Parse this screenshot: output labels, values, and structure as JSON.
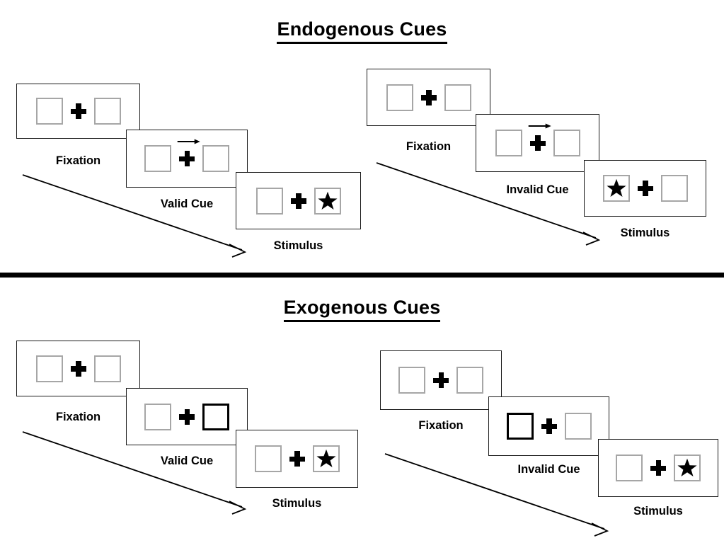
{
  "figure": {
    "type": "diagram",
    "description": "Posner-style spatial cueing paradigm: two trial sequences for endogenous cues and two for exogenous cues"
  },
  "sections": [
    {
      "id": "endogenous",
      "title": "Endogenous Cues",
      "sequences": [
        {
          "id": "endogenous-valid",
          "condition": "valid",
          "frames": [
            {
              "label": "Fixation",
              "left_box": "empty",
              "right_box": "empty",
              "cue": "none",
              "stimulus_side": "none"
            },
            {
              "label": "Valid Cue",
              "left_box": "empty",
              "right_box": "empty",
              "cue": "arrow-right",
              "stimulus_side": "none"
            },
            {
              "label": "Stimulus",
              "left_box": "empty",
              "right_box": "star",
              "cue": "none",
              "stimulus_side": "right"
            }
          ]
        },
        {
          "id": "endogenous-invalid",
          "condition": "invalid",
          "frames": [
            {
              "label": "Fixation",
              "left_box": "empty",
              "right_box": "empty",
              "cue": "none",
              "stimulus_side": "none"
            },
            {
              "label": "Invalid Cue",
              "left_box": "empty",
              "right_box": "empty",
              "cue": "arrow-right",
              "stimulus_side": "none"
            },
            {
              "label": "Stimulus",
              "left_box": "star",
              "right_box": "empty",
              "cue": "none",
              "stimulus_side": "left"
            }
          ]
        }
      ]
    },
    {
      "id": "exogenous",
      "title": "Exogenous Cues",
      "sequences": [
        {
          "id": "exogenous-valid",
          "condition": "valid",
          "frames": [
            {
              "label": "Fixation",
              "left_box": "empty",
              "right_box": "empty",
              "cue": "none",
              "stimulus_side": "none"
            },
            {
              "label": "Valid Cue",
              "left_box": "empty",
              "right_box": "highlighted",
              "cue": "box-flash-right",
              "stimulus_side": "none"
            },
            {
              "label": "Stimulus",
              "left_box": "empty",
              "right_box": "star",
              "cue": "none",
              "stimulus_side": "right"
            }
          ]
        },
        {
          "id": "exogenous-invalid",
          "condition": "invalid",
          "frames": [
            {
              "label": "Fixation",
              "left_box": "empty",
              "right_box": "empty",
              "cue": "none",
              "stimulus_side": "none"
            },
            {
              "label": "Invalid Cue",
              "left_box": "highlighted",
              "right_box": "empty",
              "cue": "box-flash-left",
              "stimulus_side": "none"
            },
            {
              "label": "Stimulus",
              "left_box": "empty",
              "right_box": "star",
              "cue": "none",
              "stimulus_side": "right"
            }
          ]
        }
      ]
    }
  ],
  "colors": {
    "background": "#ffffff",
    "panel_border": "#1a1a1a",
    "box_border": "#a6a6a6",
    "box_border_cued": "#000000",
    "ink": "#000000",
    "divider": "#000000"
  },
  "icons": {
    "fixation_cross": "plus-cross-icon",
    "cue_arrow": "arrow-right-icon",
    "stimulus": "star-icon",
    "timeline": "timeline-arrow-icon"
  }
}
